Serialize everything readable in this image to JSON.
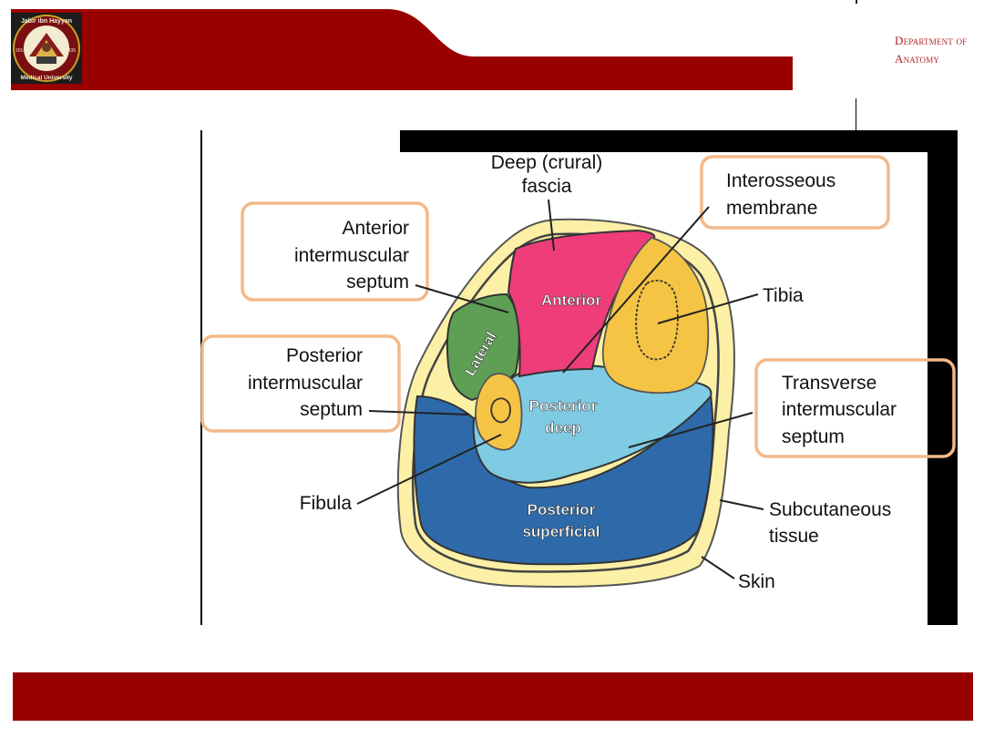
{
  "header": {
    "department_line1": "Department of",
    "department_line2": "Anatomy",
    "logo_text_top": "Jabir ibn Hayyan",
    "logo_text_bottom": "Medical University",
    "logo_year_left": "2014",
    "logo_year_right": "1435",
    "band_color": "#990000"
  },
  "diagram": {
    "labels": {
      "deep_fascia_1": "Deep (crural)",
      "deep_fascia_2": "fascia",
      "interosseous_1": "Interosseous",
      "interosseous_2": "membrane",
      "anterior_septum_1": "Anterior",
      "anterior_septum_2": "intermuscular",
      "anterior_septum_3": "septum",
      "posterior_septum_1": "Posterior",
      "posterior_septum_2": "intermuscular",
      "posterior_septum_3": "septum",
      "transverse_septum_1": "Transverse",
      "transverse_septum_2": "intermuscular",
      "transverse_septum_3": "septum",
      "tibia": "Tibia",
      "fibula": "Fibula",
      "subcutaneous_1": "Subcutaneous",
      "subcutaneous_2": "tissue",
      "skin": "Skin",
      "anterior": "Anterior",
      "lateral": "Lateral",
      "posterior_deep_1": "Posterior",
      "posterior_deep_2": "deep",
      "posterior_superficial_1": "Posterior",
      "posterior_superficial_2": "superficial"
    },
    "colors": {
      "anterior": "#ee3d7a",
      "lateral": "#5e9e55",
      "posterior_deep": "#7fcbe4",
      "posterior_superficial": "#2e6aaa",
      "bone": "#f6c444",
      "subcutaneous": "#fbf0a6",
      "highlight_box": "#f2b98a"
    }
  }
}
